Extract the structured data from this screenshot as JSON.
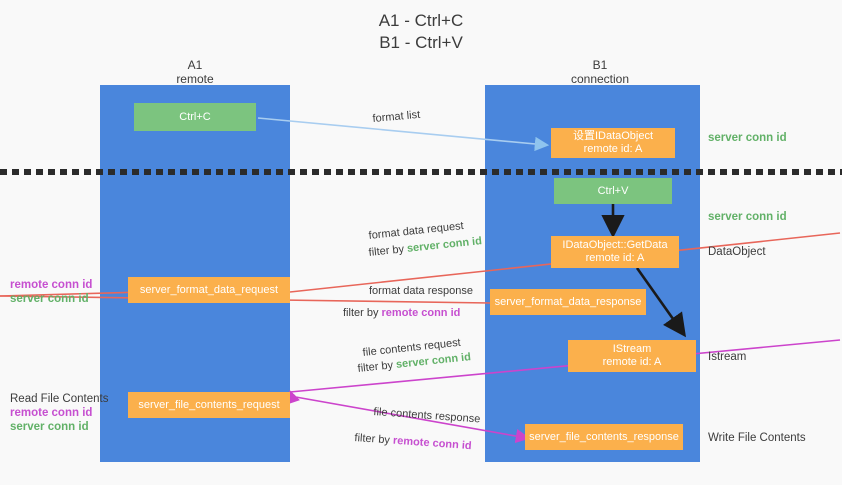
{
  "title": {
    "line1": "A1 - Ctrl+C",
    "line2": "B1 - Ctrl+V"
  },
  "columns": [
    {
      "name": "A1",
      "sub": "remote"
    },
    {
      "name": "B1",
      "sub": "connection"
    }
  ],
  "colors": {
    "lane": "#4a86dc",
    "green_box": "#7cc47f",
    "orange_box": "#fbb04c",
    "background": "#f9f9f9",
    "server_conn_id": "#62b168",
    "remote_conn_id": "#c64fd0",
    "arrow_format_list": "#a8cdf0",
    "arrow_format_data": "#e8665a",
    "arrow_file_contents": "#cc44cc",
    "arrow_black": "#1a1a1a",
    "dash_line": "#2b2b2b"
  },
  "boxes": {
    "ctrl_c": "Ctrl+C",
    "ctrl_v": "Ctrl+V",
    "set_data_object_l1": "设置IDataObject",
    "set_data_object_l2": "remote id: A",
    "getdata_l1": "IDataObject::GetData",
    "getdata_l2": "remote id: A",
    "istream_l1": "IStream",
    "istream_l2": "remote id: A",
    "server_format_data_request": "server_format_data_request",
    "server_format_data_response": "server_format_data_response",
    "server_file_contents_request": "server_file_contents_request",
    "server_file_contents_response": "server_file_contents_response"
  },
  "right_labels": {
    "server_conn_id_top": "server conn id",
    "server_conn_id_mid": "server conn id",
    "data_object": "DataObject",
    "istream": "Istream",
    "write_file_contents": "Write File Contents"
  },
  "left_labels": {
    "remote_conn_id_1": "remote conn id",
    "server_conn_id_1": "server conn id",
    "read_file_contents": "Read File Contents",
    "remote_conn_id_2": "remote conn id",
    "server_conn_id_2": "server conn id"
  },
  "arrow_labels": {
    "format_list": "format list",
    "format_data_request": "format data request",
    "format_data_request_filter_prefix": "filter by ",
    "format_data_request_filter_value": "server conn id",
    "format_data_response": "format data response",
    "format_data_response_filter_prefix": "filter by ",
    "format_data_response_filter_value": "remote conn id",
    "file_contents_request": "file contents request",
    "file_contents_request_filter_prefix": "filter by ",
    "file_contents_request_filter_value": "server conn id",
    "file_contents_response": "file contents response",
    "file_contents_response_filter_prefix": "filter by ",
    "file_contents_response_filter_value": "remote conn id"
  }
}
